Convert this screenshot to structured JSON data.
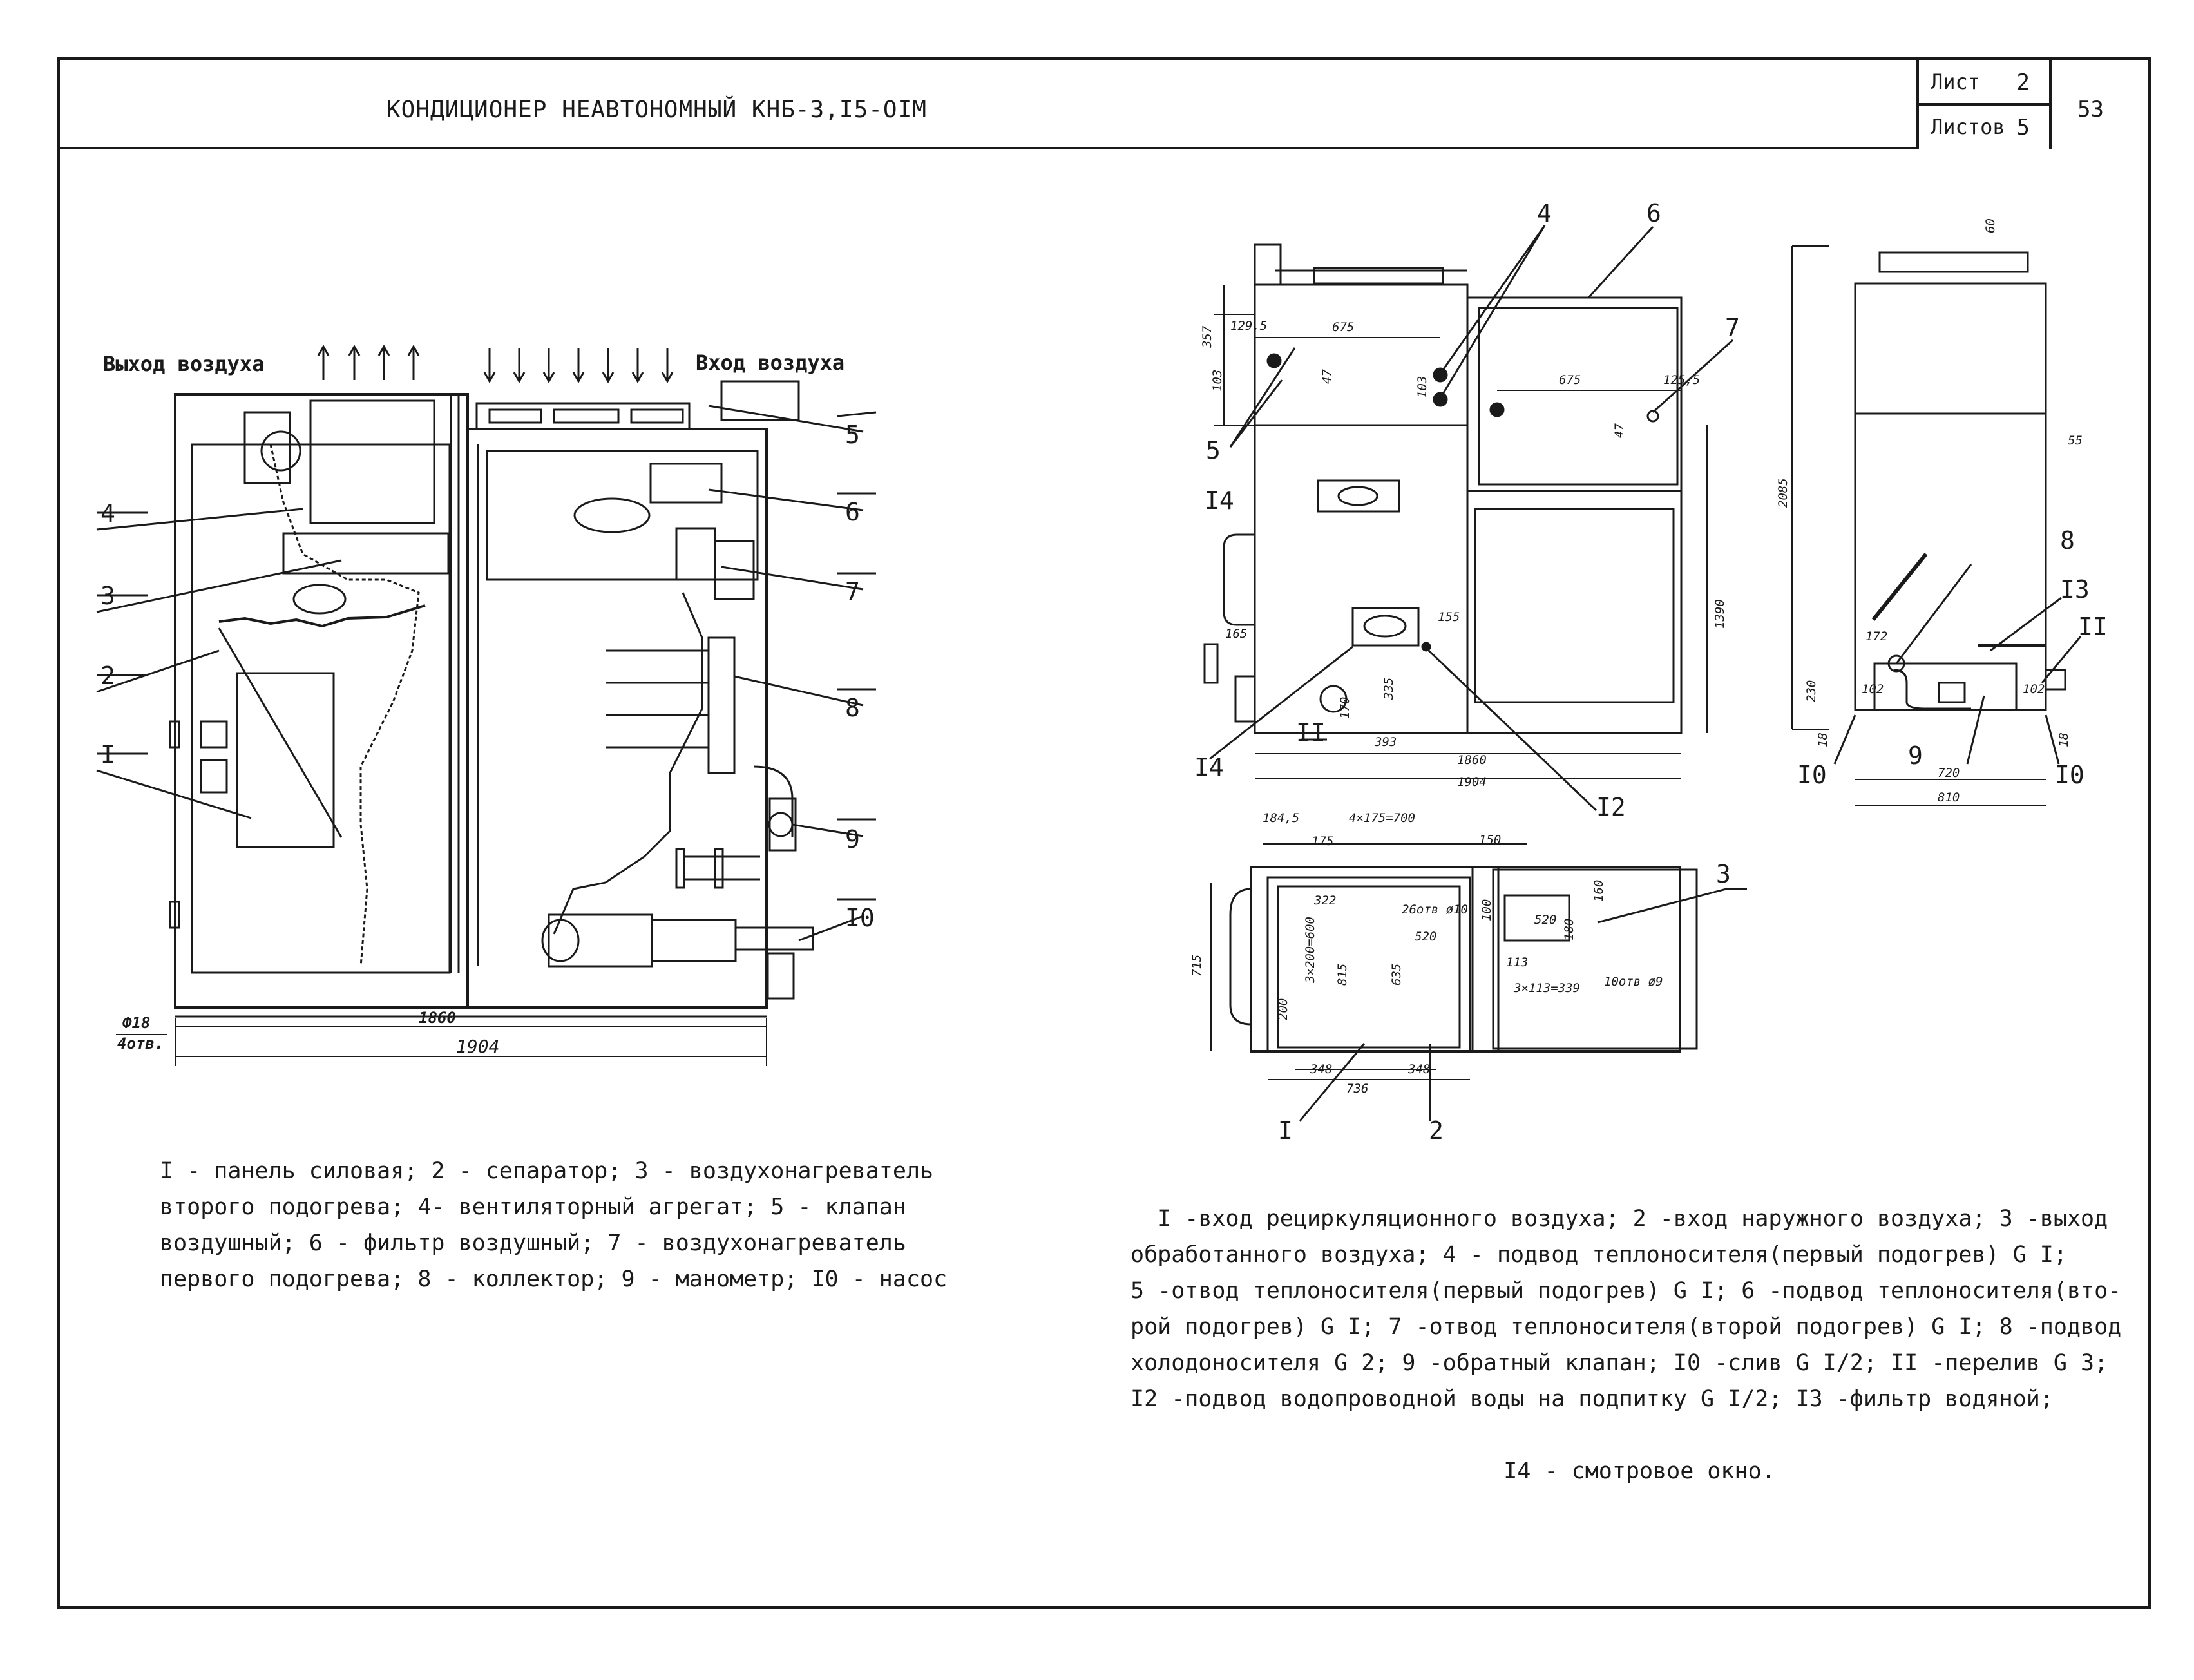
{
  "header": {
    "title": "КОНДИЦИОНЕР НЕАВТОНОМНЫЙ КНБ-3,I5-OIM",
    "sheet_label": "Лист",
    "sheet_value": "2",
    "sheets_label": "Листов",
    "sheets_value": "5",
    "page_number": "53"
  },
  "left_view": {
    "air_out_label": "Выход воздуха",
    "air_in_label": "Вход воздуха",
    "callouts": [
      "4",
      "3",
      "2",
      "I",
      "5",
      "6",
      "7",
      "8",
      "9",
      "I0"
    ],
    "dims": {
      "overall_inner": "1860",
      "overall_outer": "1904",
      "holes_a": "Ф18",
      "holes_b": "4отв."
    }
  },
  "front_view": {
    "callouts": [
      "4",
      "6",
      "7",
      "5",
      "I4",
      "I4",
      "II",
      "I2"
    ],
    "dims": {
      "d357": "357",
      "d1295": "129,5",
      "d675a": "675",
      "d103a": "103",
      "d47a": "47",
      "d103b": "103",
      "d675b": "675",
      "d125": "125,5",
      "d47b": "47",
      "d1390": "1390",
      "d155": "155",
      "d165": "165",
      "d335": "335",
      "d170": "170",
      "d393": "393",
      "d1860": "1860",
      "d1904": "1904"
    }
  },
  "side_view": {
    "callouts": [
      "8",
      "I3",
      "II",
      "9",
      "I0",
      "I0"
    ],
    "dims": {
      "d60": "60",
      "d2085": "2085",
      "d55": "55",
      "d172": "172",
      "d230": "230",
      "d102a": "102",
      "d102b": "102",
      "d18a": "18",
      "d18b": "18",
      "d720": "720",
      "d810": "810"
    }
  },
  "top_view": {
    "callouts": [
      "3",
      "I",
      "2"
    ],
    "dims": {
      "d1845": "184,5",
      "d4x175": "4×175=700",
      "d175": "175",
      "d150": "150",
      "d715": "715",
      "d322": "322",
      "d3x200": "3×200=600",
      "d815": "815",
      "d635": "635",
      "d200": "200",
      "d26otv": "26отв ø10",
      "d520a": "520",
      "d100": "100",
      "d520b": "520",
      "d180": "180",
      "d160": "160",
      "d113": "113",
      "d3x113": "3×113=339",
      "d10otv": "10отв ø9",
      "d348a": "348",
      "d348b": "348",
      "d736": "736"
    }
  },
  "legend_left": "I - панель силовая; 2 - сепаратор; 3 - воздухонагреватель\nвторого подогрева; 4- вентиляторный агрегат; 5 - клапан\nвоздушный; 6 - фильтр воздушный; 7 - воздухонагреватель\nпервого подогрева; 8 - коллектор; 9 - манометр; I0 - насос",
  "legend_right_main": "I -вход рециркуляционного воздуха; 2 -вход наружного воздуха; 3 -выход\nобработанного воздуха; 4 - подвод теплоносителя(первый подогрев) G I;\n5 -отвод теплоносителя(первый подогрев) G I; 6 -подвод теплоносителя(вто-\nрой подогрев) G I; 7 -отвод теплоносителя(второй подогрев) G I; 8 -подвод\nхолодоносителя G 2; 9 -обратный клапан; I0 -слив G I/2; II -перелив G 3;\nI2 -подвод водопроводной воды на подпитку G I/2; I3 -фильтр водяной;",
  "legend_right_last": "I4 - смотровое окно."
}
